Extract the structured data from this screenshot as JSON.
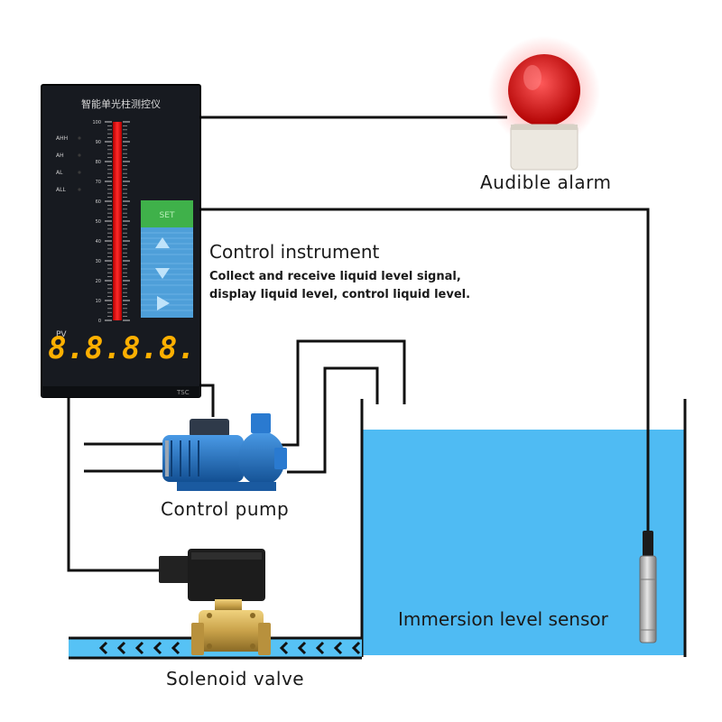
{
  "instrument": {
    "title": "智能单光柱测控仪",
    "scale": [
      "100",
      "90",
      "80",
      "70",
      "60",
      "50",
      "40",
      "30",
      "20",
      "10",
      "0"
    ],
    "alarm_indicators": [
      "AHH",
      "AH",
      "AL",
      "ALL"
    ],
    "pv_label": "PV",
    "display_value": "8.8.8.8.",
    "set_button": "SET",
    "model_tag": "TSC",
    "bar_level_percent": 100,
    "bar_color": "#ff1f1f"
  },
  "labels": {
    "alarm": "Audible alarm",
    "control_title": "Control instrument",
    "control_desc_1": "Collect and receive liquid level signal,",
    "control_desc_2": "display liquid level, control liquid level.",
    "pump": "Control pump",
    "sensor": "Immersion level sensor",
    "valve": "Solenoid valve"
  },
  "colors": {
    "water": "#4fbbf3",
    "pipe_water": "#56c2f5",
    "panel": "#171a20",
    "display_digits": "#ffb000",
    "alarm_red": "#e01414",
    "valve_brass": "#c9a24a",
    "pump_blue": "#1f6fc4"
  },
  "icons": {
    "alarm": "rotating-beacon-icon",
    "pump": "centrifugal-pump-icon",
    "valve": "solenoid-valve-icon",
    "sensor": "submersible-sensor-icon",
    "flow": "chevron-left-icon"
  }
}
